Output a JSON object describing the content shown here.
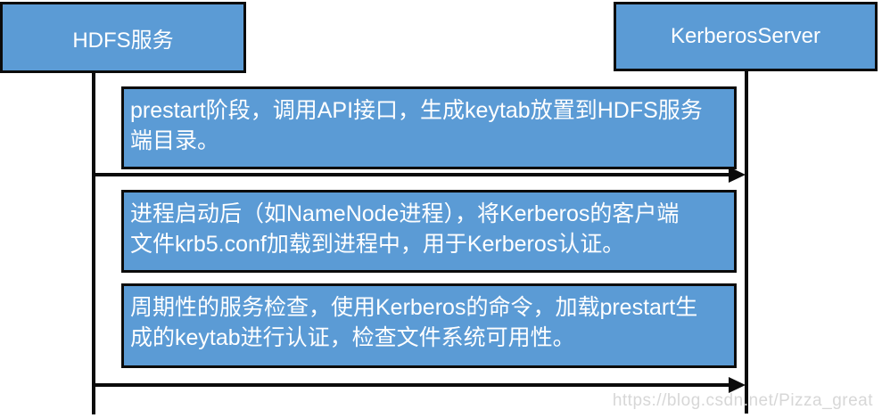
{
  "diagram": {
    "type": "sequence-diagram",
    "actors": [
      {
        "label": "HDFS服务"
      },
      {
        "label": "KerberosServer"
      }
    ],
    "steps": [
      {
        "text": "prestart阶段，调用API接口，生成keytab放置到HDFS服务端目录。",
        "lines": [
          "prestart阶段，调用API接口，生成keytab放置到HDFS服务",
          "端目录。"
        ]
      },
      {
        "text": "进程启动后（如NameNode进程），将Kerberos的客户端文件krb5.conf加载到进程中，用于Kerberos认证。",
        "lines": [
          "进程启动后（如NameNode进程），将Kerberos的客户端",
          "文件krb5.conf加载到进程中，用于Kerberos认证。"
        ]
      },
      {
        "text": "周期性的服务检查，使用Kerberos的命令，加载prestart生成的keytab进行认证，检查文件系统可用性。",
        "lines": [
          "周期性的服务检查，使用Kerberos的命令，加载prestart生",
          "成的keytab进行认证，检查文件系统可用性。"
        ]
      }
    ],
    "arrows": [
      {
        "from": "HDFS服务",
        "to": "KerberosServer",
        "direction": "right"
      },
      {
        "from": "HDFS服务",
        "to": "KerberosServer",
        "direction": "right"
      }
    ],
    "colors": {
      "box_fill": "#5b9bd5",
      "box_border": "#0b0b0b",
      "box_text": "#ffffff",
      "line": "#0b0b0b",
      "background": "#ffffff"
    }
  },
  "watermark": {
    "text": "https://blog.csdn.net/Pizza_great",
    "color": "#d7d7d7"
  }
}
